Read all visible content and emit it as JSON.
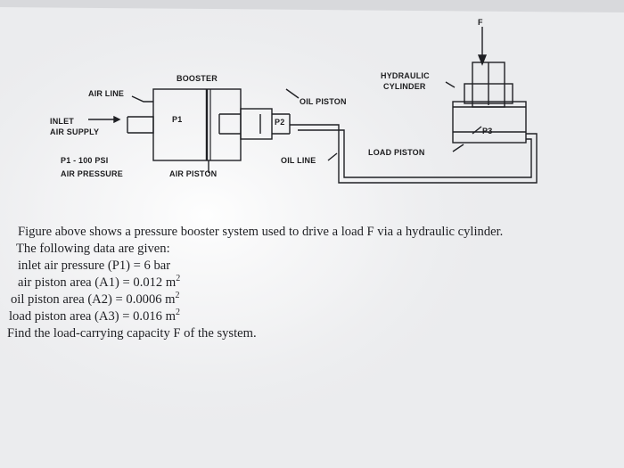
{
  "diagram": {
    "labels": {
      "booster": "BOOSTER",
      "hydraulic": "HYDRAULIC",
      "cylinder": "CYLINDER",
      "air_line": "AIR LINE",
      "oil_piston": "OIL PISTON",
      "inlet": "INLET",
      "air_supply": "AIR SUPPLY",
      "p1_chamber": "P1",
      "p2_chamber": "P2",
      "p3_chamber": "P3",
      "load_piston": "LOAD PISTON",
      "p1_value": "P1 - 100 PSI",
      "air_pressure": "AIR PRESSURE",
      "air_piston": "AIR PISTON",
      "oil_line": "OIL LINE",
      "force": "F"
    }
  },
  "problem": {
    "line1": "Figure above shows a pressure booster system used to drive a load F via a hydraulic cylinder.",
    "line2": "The following data are given:",
    "line3": "inlet air pressure (P1) = 6 bar",
    "line4_text": "air piston area (A1) = 0.012 m",
    "line4_sup": "2",
    "line5_text": "oil piston area (A2) = 0.0006 m",
    "line5_sup": "2",
    "line6_text": "load piston area (A3) = 0.016 m",
    "line6_sup": "2",
    "line7": "Find the load-carrying capacity F of the system."
  },
  "colors": {
    "paper": "#f1f2f4",
    "ink": "#1f2024",
    "glare": "#ffffff"
  }
}
